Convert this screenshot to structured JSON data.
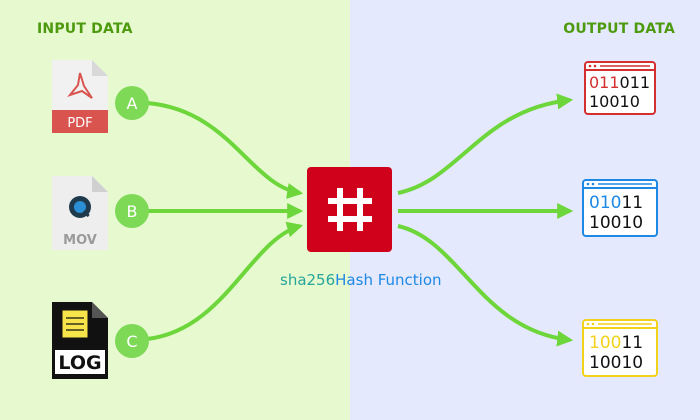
{
  "headings": {
    "input": "INPUT DATA",
    "output": "OUTPUT DATA"
  },
  "inputs": [
    {
      "letter": "A",
      "file_label": "PDF",
      "icon": "pdf-file-icon"
    },
    {
      "letter": "B",
      "file_label": "MOV",
      "icon": "mov-file-icon"
    },
    {
      "letter": "C",
      "file_label": "LOG",
      "icon": "log-file-icon"
    }
  ],
  "hash": {
    "algorithm": "sha256",
    "label": "Hash Function",
    "icon": "hash-icon"
  },
  "outputs": [
    {
      "line1_colored": "011",
      "line1_rest": "011",
      "line2": "10010",
      "color": "#d32f2f"
    },
    {
      "line1_colored": "010",
      "line1_rest": "11",
      "line2": "10010",
      "color": "#1e88e5"
    },
    {
      "line1_colored": "100",
      "line1_rest": "11",
      "line2": "10010",
      "color": "#f2d21b"
    }
  ],
  "colors": {
    "arrow": "#6cd63a",
    "badge": "#7ed957",
    "hash_box": "#d0021b",
    "heading": "#4e9a0f"
  }
}
